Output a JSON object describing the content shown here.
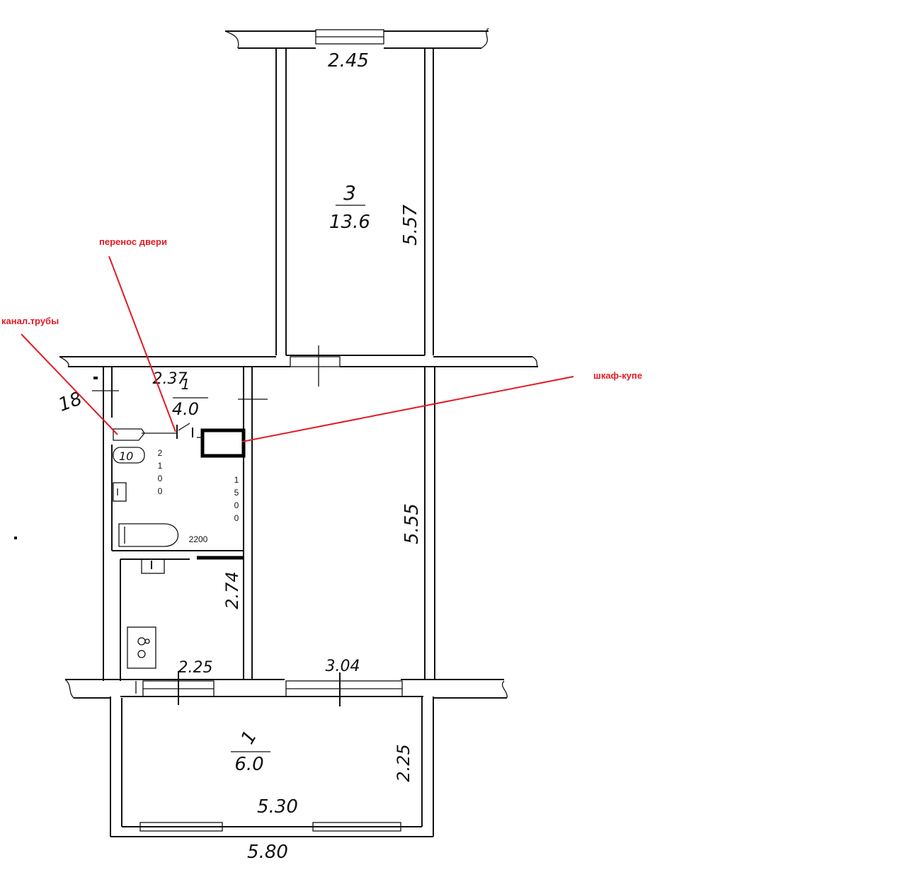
{
  "theme": {
    "annotation_color": "#e21b23",
    "line_color": "#111111"
  },
  "dimensions": {
    "top_width": "2.45",
    "room3_length": "5.57",
    "bath_width": "2.37",
    "left_side": "18",
    "hall_length": "5.55",
    "kitchen_length": "2.74",
    "kitchen_width": "2.25",
    "room_width": "3.04",
    "balcony_depth": "2.25",
    "balcony_inner": "5.30",
    "balcony_outer": "5.80"
  },
  "rooms": {
    "room3": {
      "number": "3",
      "area": "13.6"
    },
    "bath": {
      "number": "1",
      "area": "4.0"
    },
    "balcony": {
      "number": "1",
      "area": "6.0"
    }
  },
  "fixtures": {
    "toilet_label": "10"
  },
  "measurements": {
    "bath_height": [
      "2",
      "1",
      "0",
      "0"
    ],
    "wardrobe_height": [
      "1",
      "5",
      "0",
      "0"
    ],
    "bath_length": "2200"
  },
  "annotations": {
    "door_move": "перенос двери",
    "pipes": "канал.трубы",
    "wardrobe": "шкаф-купе"
  }
}
